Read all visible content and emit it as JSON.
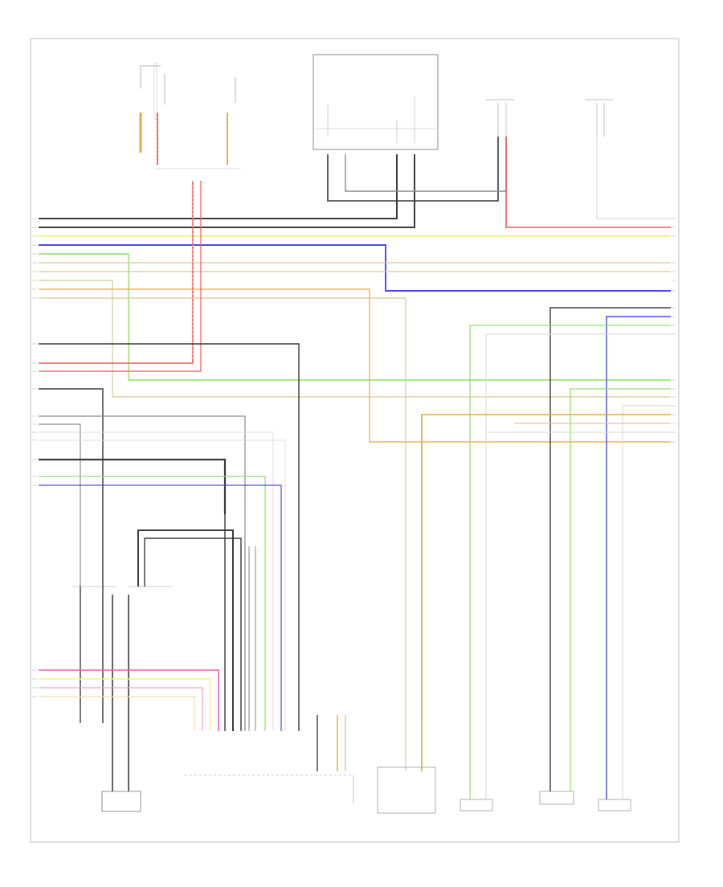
{
  "diagram": {
    "type": "wiring-diagram",
    "wire_colors": {
      "black": "#3a3a3a",
      "gray": "#8a8a8a",
      "yellow": "#f3f08a",
      "blue": "#4a4af0",
      "green": "#8ee06a",
      "tan": "#d9c79a",
      "orange": "#e8a33a",
      "red": "#f05a5a",
      "pink": "#f05fb0",
      "violet": "#9a78e0",
      "white": "#dcdcdc"
    },
    "components": [
      {
        "id": "fuse-block",
        "label": ""
      },
      {
        "id": "module-top",
        "label": ""
      },
      {
        "id": "tweeter-right",
        "label": ""
      },
      {
        "id": "tweeter-left",
        "label": ""
      },
      {
        "id": "connector-a",
        "label": ""
      },
      {
        "id": "connector-b",
        "label": ""
      },
      {
        "id": "telephone",
        "label": ""
      },
      {
        "id": "sat-module",
        "label": ""
      },
      {
        "id": "lf-speaker",
        "label": ""
      },
      {
        "id": "lf-tweeter",
        "label": ""
      },
      {
        "id": "rf-speaker",
        "label": ""
      },
      {
        "id": "rf-tweeter",
        "label": ""
      }
    ],
    "footer_code": ""
  }
}
